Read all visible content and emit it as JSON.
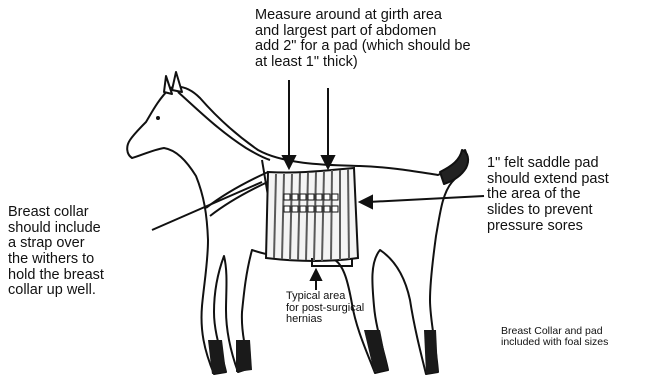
{
  "annotations": {
    "top": "Measure around at girth area\nand largest part of abdomen\nadd 2\" for a pad (which should be\nat least 1\" thick)",
    "left": "Breast collar\nshould include\na strap over\nthe withers to\nhold the breast\ncollar up well.",
    "right": "1\" felt saddle pad\nshould extend past\nthe area of the\nslides to prevent\npressure sores",
    "hernia": "Typical area\nfor post-surgical\nhernias",
    "foal": "Breast Collar and pad\nincluded with foal sizes"
  },
  "colors": {
    "ink": "#111111",
    "band": "#5a5a5a",
    "horse": "#ffffff"
  }
}
